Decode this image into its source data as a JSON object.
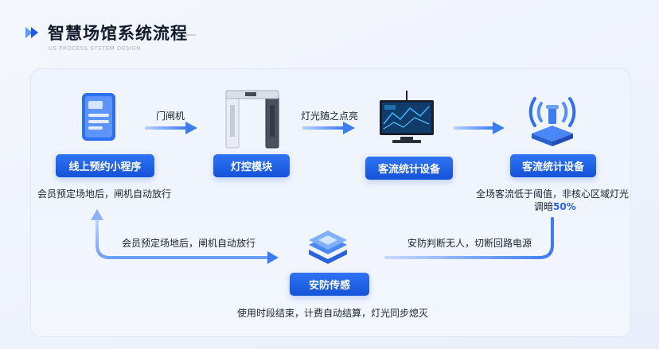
{
  "header": {
    "title": "智慧场馆系统流程",
    "subtitle": "US PROCESS SYSTEM DESIGN"
  },
  "steps": {
    "miniprogram": "线上预约小程序",
    "light_module": "灯控模块",
    "counter_device_1": "客流统计设备",
    "counter_device_2": "客流统计设备",
    "security": "安防传感"
  },
  "arrow_labels": {
    "gate": "门闸机",
    "light_follow": "灯光随之点亮",
    "return_note": "会员预定场地后，闸机自动放行",
    "security_note": "安防判断无人，切断回路电源"
  },
  "notes": {
    "miniprogram_note": "会员预定场地后，闸机自动放行",
    "dim_note_line1": "全场客流低于阈值，非核心区域灯光",
    "dim_note_prefix": "调暗",
    "dim_note_value": "50%",
    "end_note": "使用时段结束，计费自动结算，灯光同步熄灭"
  },
  "colors": {
    "accent": "#1f5fe6",
    "arrow": "#4b88f7"
  }
}
